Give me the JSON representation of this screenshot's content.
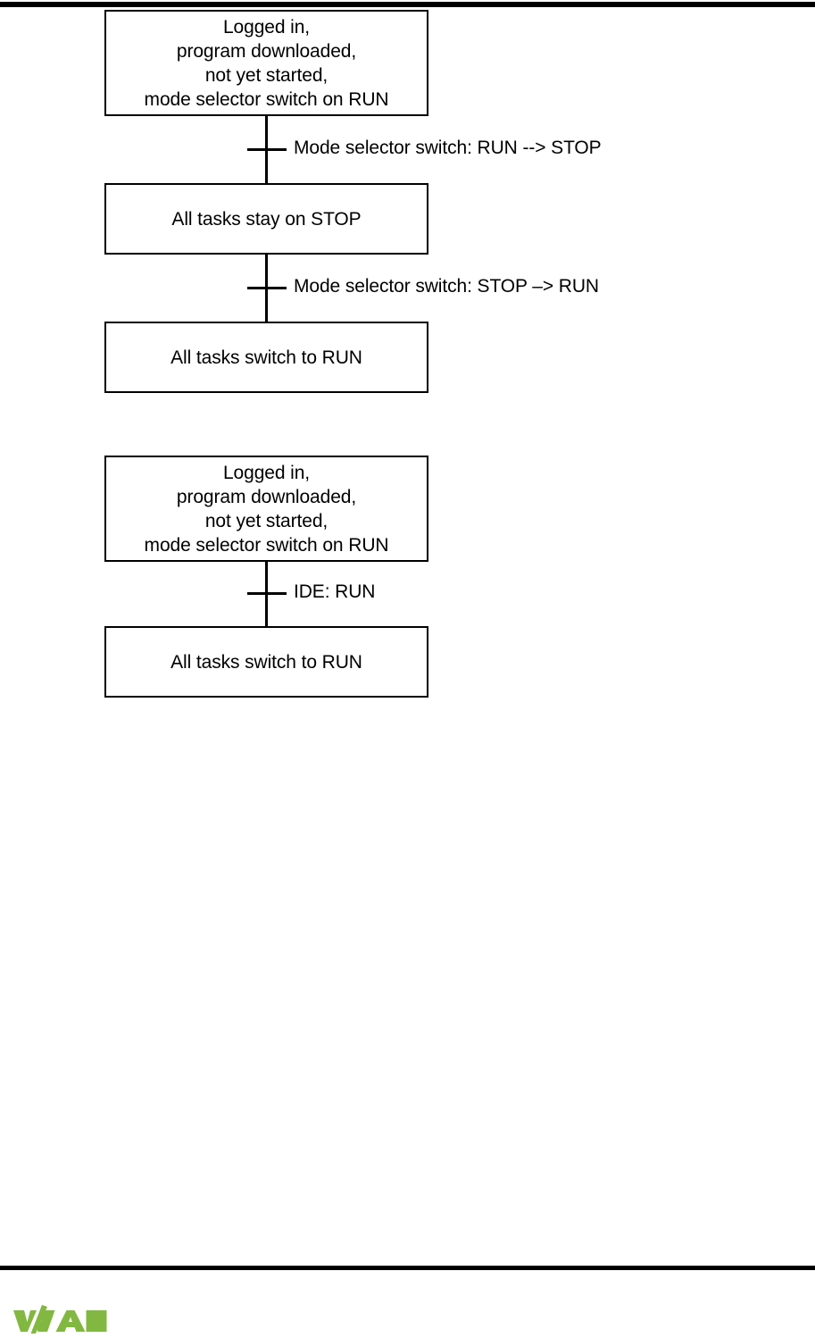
{
  "page": {
    "rules": {
      "color": "#000000"
    },
    "background": "#ffffff"
  },
  "diagrams": [
    {
      "id": "mode-selector-switch-sequence",
      "nodes": [
        {
          "name": "logged-in-state",
          "lines": [
            "Logged in,",
            "program downloaded,",
            "not yet started,",
            "mode selector switch on RUN"
          ]
        },
        {
          "name": "all-tasks-stay-on-stop",
          "lines": [
            "All tasks stay on STOP"
          ]
        },
        {
          "name": "all-tasks-switch-to-run",
          "lines": [
            "All tasks switch to RUN"
          ]
        }
      ],
      "transitions": [
        {
          "name": "run-to-stop",
          "label": "Mode selector switch: RUN --> STOP"
        },
        {
          "name": "stop-to-run",
          "label": "Mode selector switch: STOP –> RUN"
        }
      ]
    },
    {
      "id": "ide-run-sequence",
      "nodes": [
        {
          "name": "logged-in-state",
          "lines": [
            "Logged in,",
            "program downloaded,",
            "not yet started,",
            "mode selector switch on RUN"
          ]
        },
        {
          "name": "all-tasks-switch-to-run",
          "lines": [
            "All tasks switch to RUN"
          ]
        }
      ],
      "transitions": [
        {
          "name": "ide-run",
          "label": "IDE: RUN"
        }
      ]
    }
  ],
  "footer": {
    "logo": {
      "name": "wago-logo",
      "text": "WAGO",
      "color": "#82b841"
    }
  }
}
